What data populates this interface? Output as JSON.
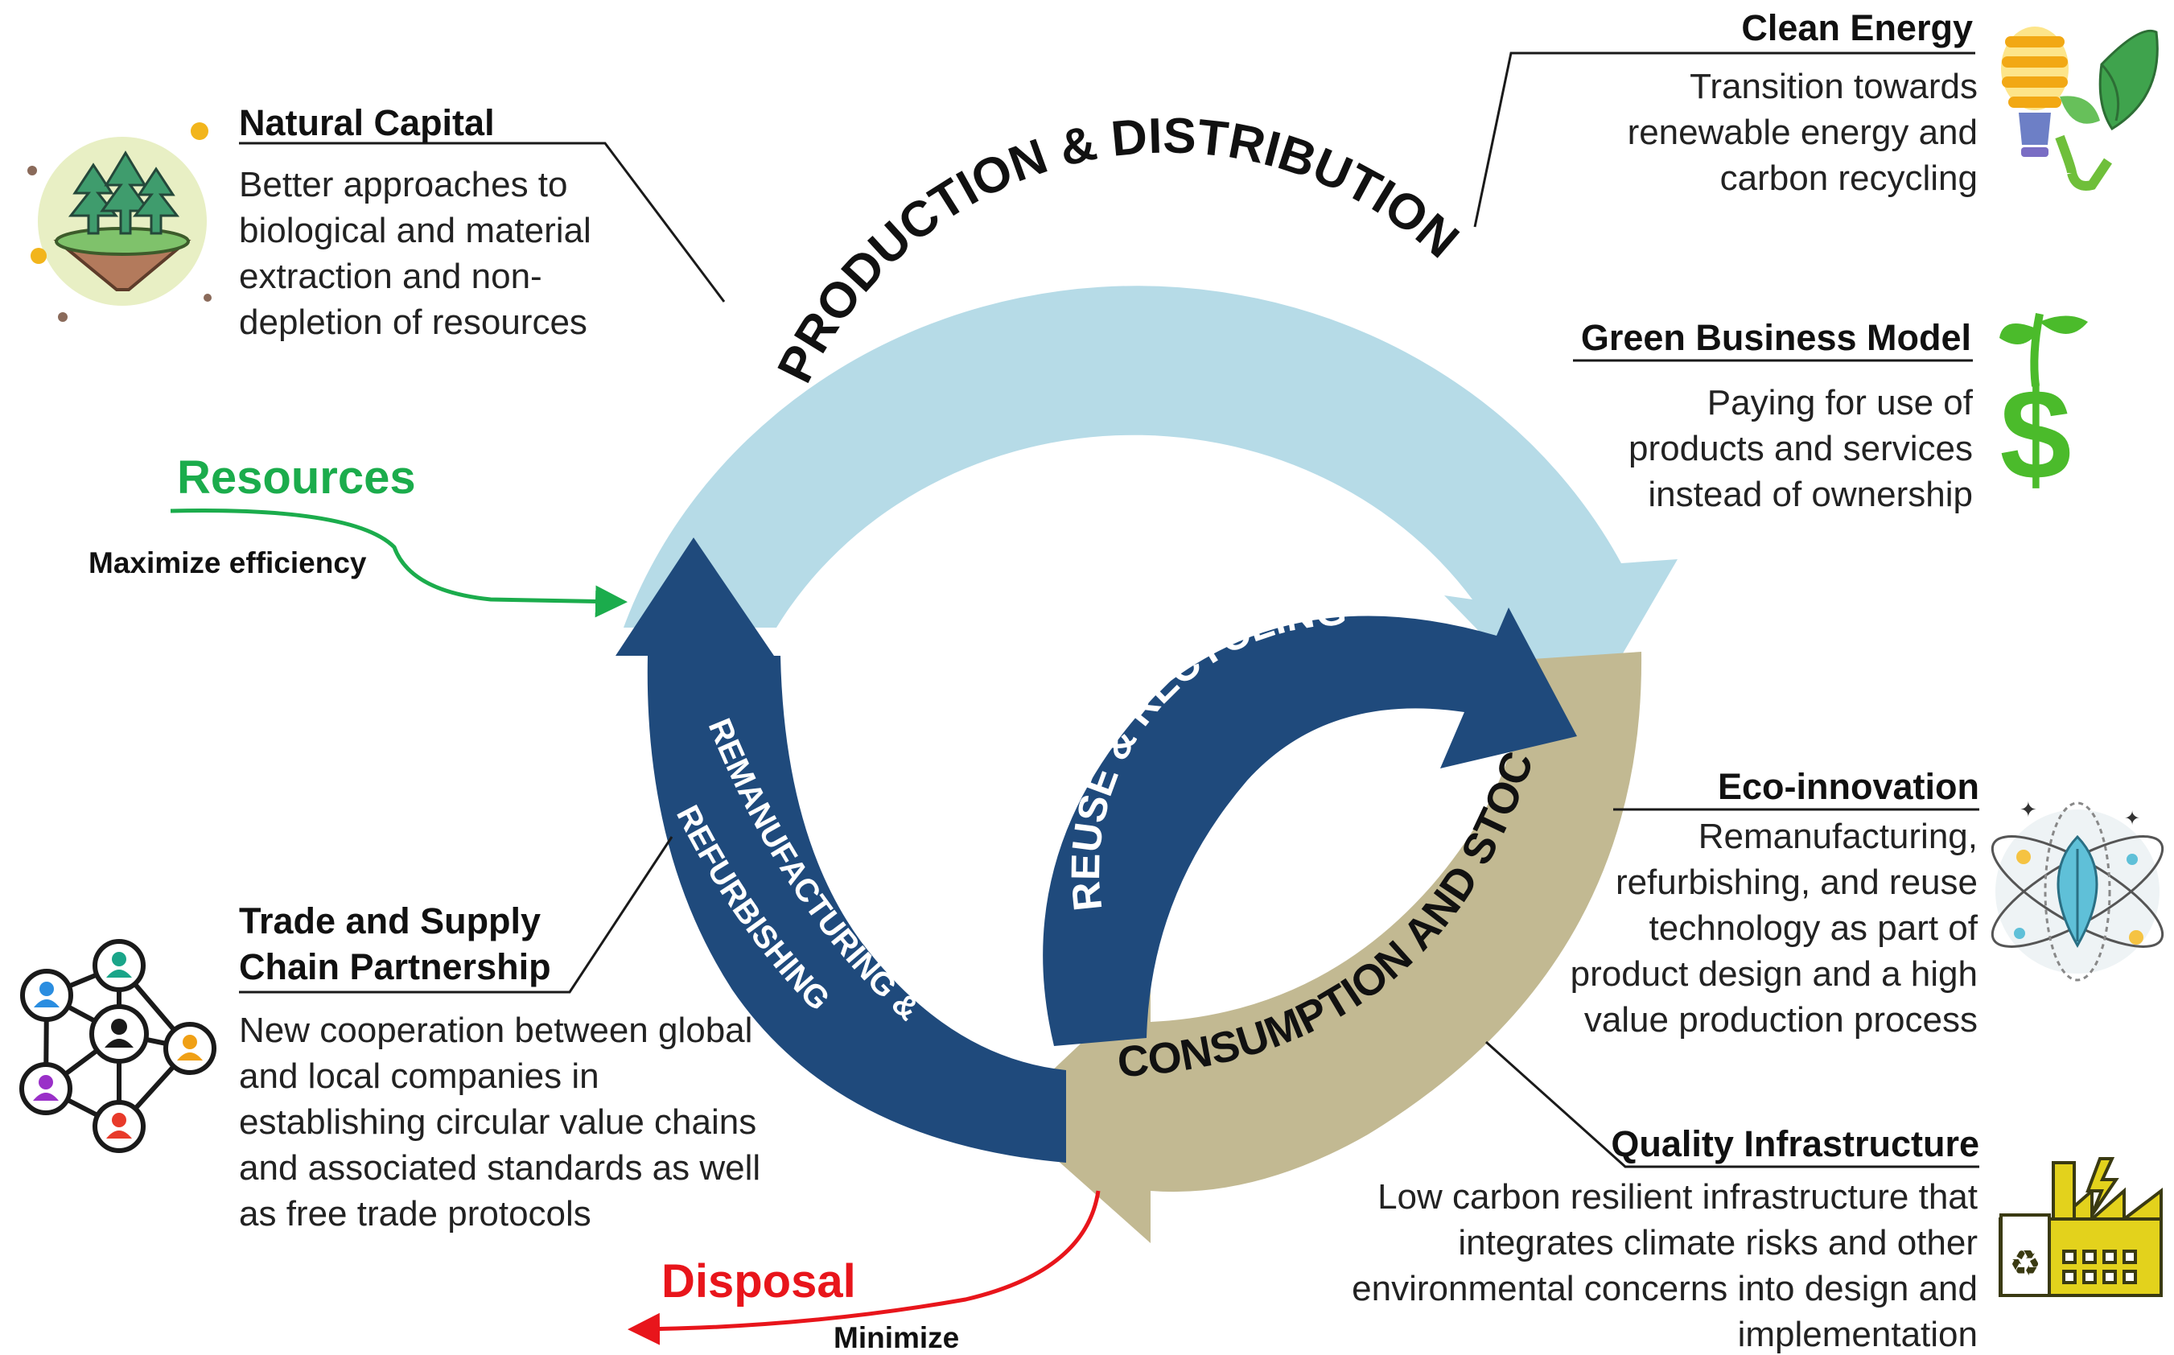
{
  "cycle": {
    "top_label": "PRODUCTION & DISTRIBUTION",
    "bottom_label": "CONSUMPTION AND STOCKS",
    "left_label_line1": "REMANUFACTURING &",
    "left_label_line2": "REFURBISHING",
    "inner_label": "REUSE & RECYCLING"
  },
  "flows": {
    "resources": {
      "title": "Resources",
      "caption": "Maximize efficiency"
    },
    "disposal": {
      "title": "Disposal",
      "caption": "Minimize"
    }
  },
  "boxes": {
    "natural_capital": {
      "title": "Natural Capital",
      "lines": [
        "Better approaches to",
        "biological and material",
        "extraction and non-",
        "depletion of resources"
      ]
    },
    "trade": {
      "title_line1": "Trade and Supply",
      "title_line2": "Chain Partnership",
      "lines": [
        "New cooperation between global",
        "and local companies in",
        "establishing circular value chains",
        "and associated standards as well",
        "as free trade protocols"
      ]
    },
    "clean_energy": {
      "title": "Clean Energy",
      "lines": [
        "Transition towards",
        "renewable energy and",
        "carbon recycling"
      ]
    },
    "green_business": {
      "title": "Green Business Model",
      "lines": [
        "Paying for use of",
        "products and services",
        "instead of ownership"
      ]
    },
    "eco_innovation": {
      "title": "Eco-innovation",
      "lines": [
        "Remanufacturing,",
        "refurbishing, and reuse",
        "technology as part of",
        "product design and a high",
        "value production process"
      ]
    },
    "quality_infra": {
      "title": "Quality Infrastructure",
      "lines": [
        "Low carbon resilient infrastructure that",
        "integrates climate risks and other",
        "environmental concerns into design and",
        "implementation"
      ]
    }
  },
  "icons": {
    "natural_capital": "floating-island-trees-icon",
    "trade": "network-people-icon",
    "clean_energy": "bulb-leaf-icon",
    "green_business": "dollar-sprout-icon",
    "eco_innovation": "atom-leaf-icon",
    "quality_infra": "factory-recycle-icon"
  },
  "colors": {
    "light_blue": "#b6dbe7",
    "dark_blue": "#1f4a7c",
    "khaki": "#c2b992",
    "green": "#1bac4c",
    "red": "#e8151b"
  }
}
